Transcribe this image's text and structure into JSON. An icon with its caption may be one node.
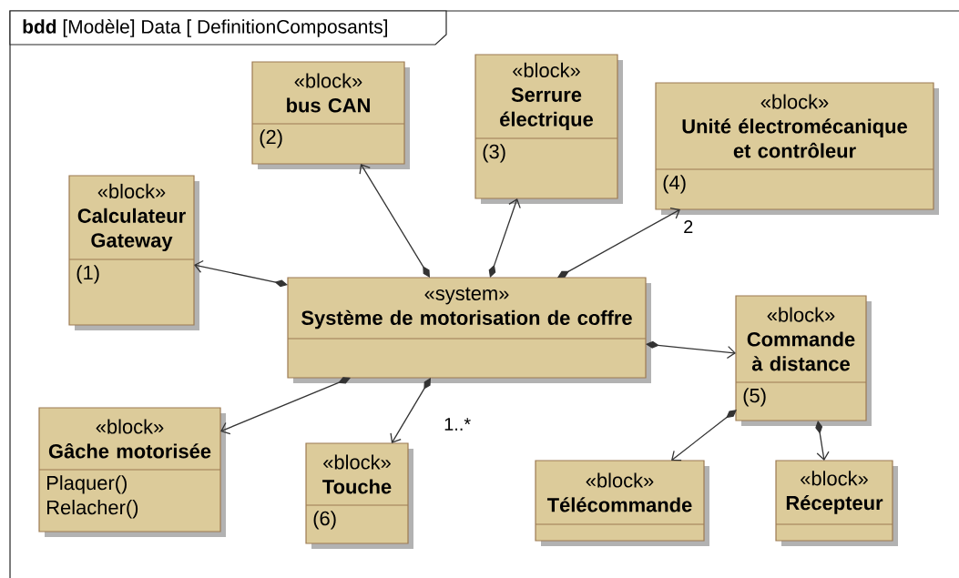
{
  "diagram": {
    "title": "**bdd** [Modèle] Data [ DefinitionComposants]",
    "nodes": [
      {
        "text": [
          "«block»",
          "bus CAN",
          "(2)"
        ]
      },
      {
        "text": [
          "«block»",
          "Serrure électrique",
          "(3)"
        ]
      },
      {
        "text": [
          "«block»",
          "Unité électromécanique et contrôleur",
          "(4)"
        ]
      },
      {
        "text": [
          "«block»",
          "Calculateur Gateway",
          "(1)"
        ]
      },
      {
        "text": [
          "«system»",
          "Système de motorisation de coffre"
        ]
      },
      {
        "text": [
          "«block»",
          "Commande à distance",
          "(5)"
        ]
      },
      {
        "text": [
          "«block»",
          "Gâche motorisée",
          "Plaquer()",
          "Relacher()"
        ]
      },
      {
        "text": [
          "«block»",
          "Touche",
          "(6)"
        ]
      },
      {
        "text": [
          "«block»",
          "Télécommande"
        ]
      },
      {
        "text": [
          "«block»",
          "Récepteur"
        ]
      }
    ],
    "edges": [
      {
        "from": 4,
        "to": 3,
        "arrow": "to"
      },
      {
        "from": 4,
        "to": 0,
        "arrow": "to"
      },
      {
        "from": 4,
        "to": 1,
        "arrow": "to"
      },
      {
        "from": 4,
        "to": 2,
        "arrow": "to",
        "label": "2"
      },
      {
        "from": 4,
        "to": 5,
        "arrow": "to"
      },
      {
        "from": 4,
        "to": 6,
        "arrow": "to"
      },
      {
        "from": 4,
        "to": 7,
        "arrow": "to",
        "label": "1..*"
      },
      {
        "from": 5,
        "to": 8,
        "arrow": "to"
      },
      {
        "from": 5,
        "to": 9,
        "arrow": "to"
      }
    ]
  }
}
